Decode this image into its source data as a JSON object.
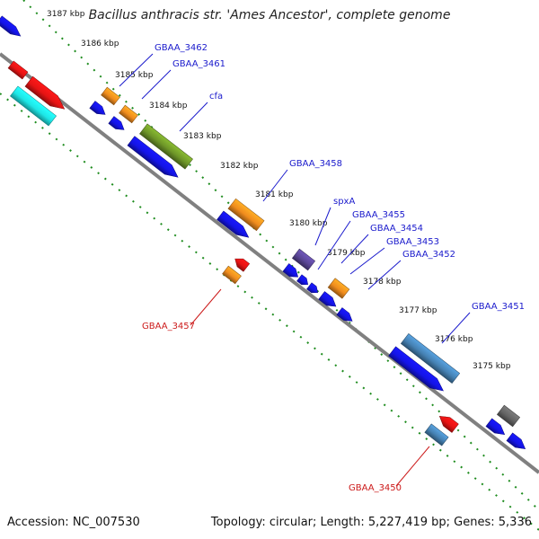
{
  "title": "Bacillus anthracis str. 'Ames Ancestor', complete genome",
  "footer": {
    "accession": "Accession: NC_007530",
    "summary": "Topology: circular; Length: 5,227,419 bp; Genes: 5,336"
  },
  "colors": {
    "backbone": "#808080",
    "tick_line": "#1e8c1e",
    "label_forward": "#1a1acc",
    "label_reverse": "#cc1a1a",
    "cds_blue": "#1414e6",
    "trna_orange": "#f08c1e",
    "rrna_red": "#e61414",
    "cyan": "#1ee6e6",
    "olive": "#6e9628",
    "steel": "#4682b4",
    "slate": "#5a4696",
    "gray": "#646464"
  },
  "ticks": [
    "3187 kbp",
    "3186 kbp",
    "3185 kbp",
    "3184 kbp",
    "3183 kbp",
    "3182 kbp",
    "3181 kbp",
    "3180 kbp",
    "3179 kbp",
    "3178 kbp",
    "3177 kbp",
    "3176 kbp",
    "3175 kbp"
  ],
  "gene_labels": [
    {
      "text": "GBAA_3462",
      "strand": "forward"
    },
    {
      "text": "GBAA_3461",
      "strand": "forward"
    },
    {
      "text": "cfa",
      "strand": "forward"
    },
    {
      "text": "GBAA_3458",
      "strand": "forward"
    },
    {
      "text": "spxA",
      "strand": "forward"
    },
    {
      "text": "GBAA_3455",
      "strand": "forward"
    },
    {
      "text": "GBAA_3454",
      "strand": "forward"
    },
    {
      "text": "GBAA_3453",
      "strand": "forward"
    },
    {
      "text": "GBAA_3452",
      "strand": "forward"
    },
    {
      "text": "GBAA_3451",
      "strand": "forward"
    },
    {
      "text": "GBAA_3457",
      "strand": "reverse"
    },
    {
      "text": "GBAA_3450",
      "strand": "reverse"
    }
  ]
}
